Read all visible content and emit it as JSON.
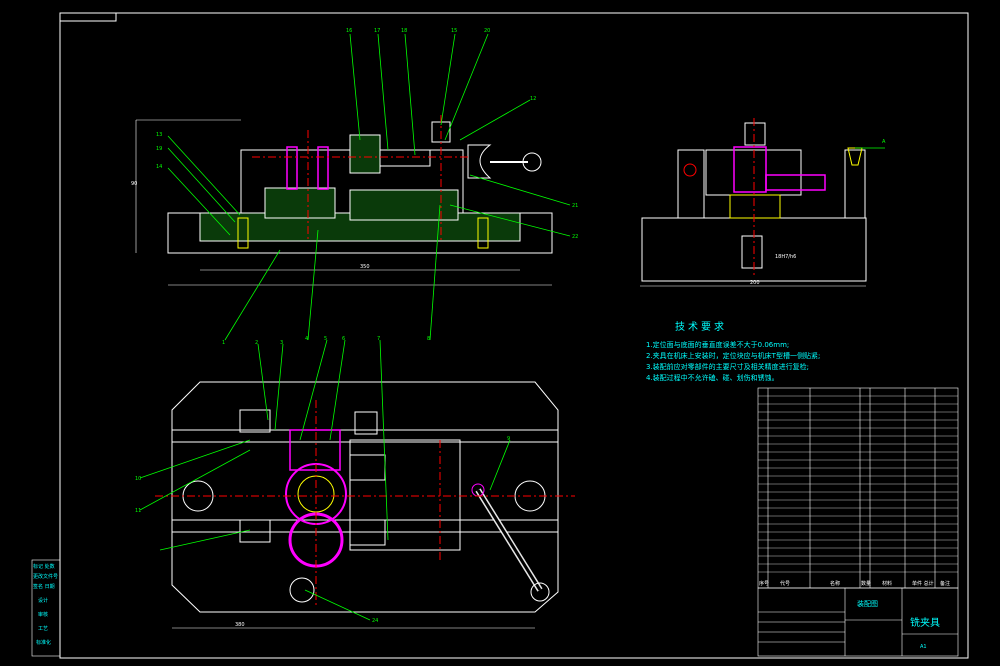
{
  "drawing": {
    "title_block": {
      "part_name": "铣夹具",
      "assembly_label": "装配图",
      "sheet_size": "A1",
      "header_cols": [
        "序号",
        "代号",
        "名称",
        "数量",
        "材料",
        "单件 总计",
        "备注"
      ]
    },
    "tech_requirements": {
      "heading": "技术要求",
      "items": [
        "1.定位面与底面的垂直度误差不大于0.06mm;",
        "2.夹具在机床上安装时，定位块应与机床T型槽一侧贴紧;",
        "3.装配前应对零部件的主要尺寸及相关精度进行复检;",
        "4.装配过程中不允许磕、碰、划伤和锈蚀。"
      ]
    },
    "front_view_callouts": [
      "13",
      "19",
      "14",
      "16",
      "17",
      "18",
      "15",
      "20",
      "12",
      "21",
      "22"
    ],
    "top_view_callouts": [
      "1",
      "2",
      "3",
      "4",
      "5",
      "6",
      "7",
      "8",
      "9",
      "10",
      "11",
      "24"
    ],
    "side_view_callouts": [
      "A"
    ],
    "dims": {
      "front_width": "350",
      "front_height": "90",
      "side_width": "200",
      "side_fit": "18H7/h6",
      "top_width": "380"
    },
    "left_strip": [
      "标记 处数",
      "更改文件号",
      "签名 日期",
      "设计",
      "审核",
      "工艺",
      "标准化"
    ],
    "colors": {
      "line": "#ffffff",
      "callout": "#00ff00",
      "center": "#ff0000",
      "magenta": "#ff00ff",
      "cyan": "#00ffff",
      "yellow": "#ffff00",
      "hatch": "#008800"
    }
  }
}
